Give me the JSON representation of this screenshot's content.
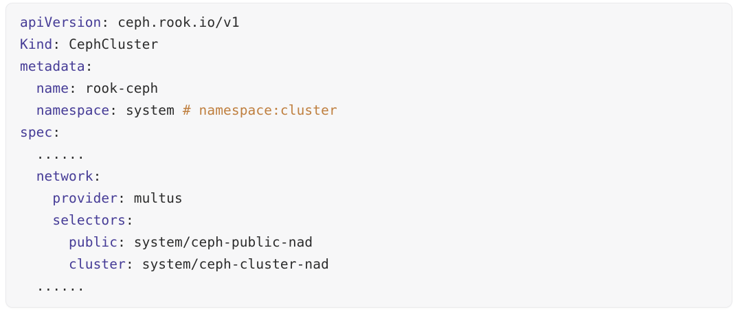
{
  "code_block": {
    "language": "yaml",
    "colors": {
      "background": "#f7f7f8",
      "border": "#eaeaec",
      "key": "#453b96",
      "value": "#2b2b2b",
      "comment": "#bf7f3f"
    },
    "lines": [
      {
        "indent": 0,
        "tokens": [
          {
            "type": "key",
            "text": "apiVersion"
          },
          {
            "type": "punct",
            "text": ": "
          },
          {
            "type": "plain",
            "text": "ceph.rook.io/v1"
          }
        ]
      },
      {
        "indent": 0,
        "tokens": [
          {
            "type": "key",
            "text": "Kind"
          },
          {
            "type": "punct",
            "text": ": "
          },
          {
            "type": "plain",
            "text": "CephCluster"
          }
        ]
      },
      {
        "indent": 0,
        "tokens": [
          {
            "type": "key",
            "text": "metadata"
          },
          {
            "type": "punct",
            "text": ":"
          }
        ]
      },
      {
        "indent": 2,
        "tokens": [
          {
            "type": "key",
            "text": "name"
          },
          {
            "type": "punct",
            "text": ": "
          },
          {
            "type": "plain",
            "text": "rook-ceph"
          }
        ]
      },
      {
        "indent": 2,
        "tokens": [
          {
            "type": "key",
            "text": "namespace"
          },
          {
            "type": "punct",
            "text": ": "
          },
          {
            "type": "plain",
            "text": "system "
          },
          {
            "type": "comment",
            "text": "# namespace:cluster"
          }
        ]
      },
      {
        "indent": 0,
        "tokens": [
          {
            "type": "key",
            "text": "spec"
          },
          {
            "type": "punct",
            "text": ":"
          }
        ]
      },
      {
        "indent": 2,
        "tokens": [
          {
            "type": "dots",
            "text": "......"
          }
        ]
      },
      {
        "indent": 2,
        "tokens": [
          {
            "type": "key",
            "text": "network"
          },
          {
            "type": "punct",
            "text": ":"
          }
        ]
      },
      {
        "indent": 4,
        "tokens": [
          {
            "type": "key",
            "text": "provider"
          },
          {
            "type": "punct",
            "text": ": "
          },
          {
            "type": "plain",
            "text": "multus"
          }
        ]
      },
      {
        "indent": 4,
        "tokens": [
          {
            "type": "key",
            "text": "selectors"
          },
          {
            "type": "punct",
            "text": ":"
          }
        ]
      },
      {
        "indent": 6,
        "tokens": [
          {
            "type": "key",
            "text": "public"
          },
          {
            "type": "punct",
            "text": ": "
          },
          {
            "type": "plain",
            "text": "system/ceph-public-nad"
          }
        ]
      },
      {
        "indent": 6,
        "tokens": [
          {
            "type": "key",
            "text": "cluster"
          },
          {
            "type": "punct",
            "text": ": "
          },
          {
            "type": "plain",
            "text": "system/ceph-cluster-nad"
          }
        ]
      },
      {
        "indent": 2,
        "tokens": [
          {
            "type": "dots",
            "text": "......"
          }
        ]
      }
    ]
  }
}
